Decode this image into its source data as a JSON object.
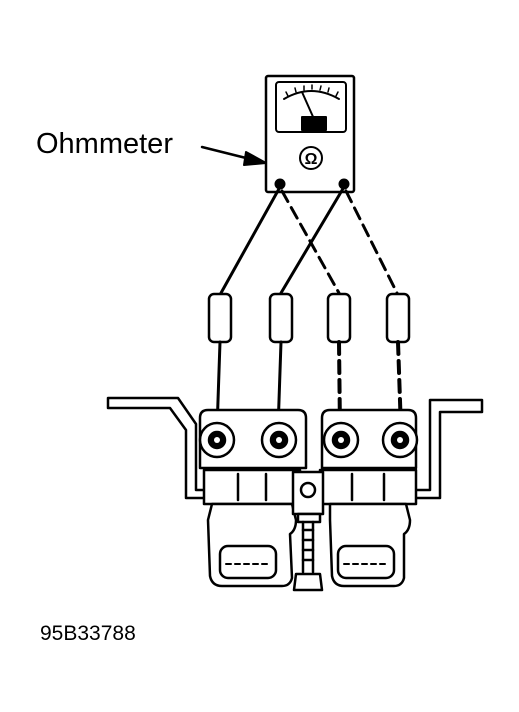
{
  "diagram": {
    "callout_label": "Ohmmeter",
    "figure_code": "95B33788",
    "meter": {
      "symbol": "Ω",
      "leads": [
        "solid",
        "solid",
        "dashed",
        "dashed"
      ]
    },
    "colors": {
      "line": "#000000",
      "background": "#ffffff"
    }
  }
}
